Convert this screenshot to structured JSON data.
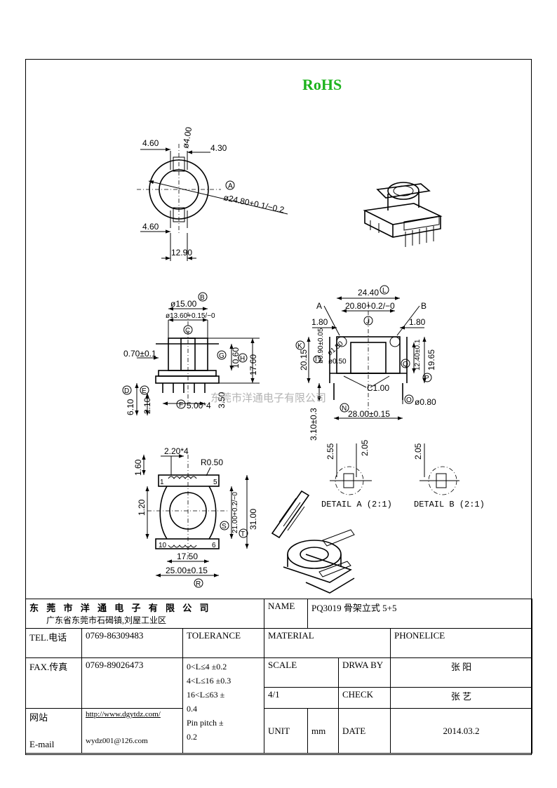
{
  "header": {
    "rohs": "RoHS"
  },
  "watermark": "东莞市洋通电子有限公司",
  "drawing": {
    "top_view": {
      "labels": [
        "4.60",
        "ø4.00",
        "4.30",
        "ø24.80+0.1/−0.2",
        "4.60",
        "12.90"
      ],
      "balloons": [
        "A"
      ]
    },
    "front_view": {
      "labels": [
        "ø15.00",
        "ø13.60+0.15/−0",
        "0.70±0.1",
        "10.60",
        "17.60",
        "6.10",
        "2.10",
        "5.00*4",
        "3.50"
      ],
      "balloons": [
        "B",
        "C",
        "G",
        "H",
        "D",
        "E",
        "F"
      ]
    },
    "side_view": {
      "labels": [
        "24.40",
        "A",
        "B",
        "20.80+0.2/−0",
        "1.80",
        "1.80",
        "20.15",
        "ø0.90±0.05",
        "ø1.50",
        "ø0.50",
        "12.40±0.1",
        "19.65",
        "C1.00",
        "ø0.80",
        "28.00±0.15",
        "3.10±0.3"
      ],
      "balloons": [
        "L",
        "J",
        "K",
        "I",
        "Q",
        "P",
        "N",
        "O"
      ]
    },
    "bottom_view": {
      "labels": [
        "2.20*4",
        "1.60",
        "R0.50",
        "5",
        "1",
        "1.20",
        "21.00+0.2/−0",
        "31.00",
        "10",
        "6",
        "17.50",
        "25.00±0.15"
      ],
      "balloons": [
        "S",
        "T",
        "R"
      ]
    },
    "details": {
      "a": {
        "labels": [
          "2.55",
          "2.05"
        ],
        "title": "DETAIL A (2:1)"
      },
      "b": {
        "labels": [
          "2.05"
        ],
        "title": "DETAIL B (2:1)"
      }
    }
  },
  "title_block": {
    "company": "东 莞 市 洋 通 电 子 有 限 公 司",
    "address": "广东省东莞市石碣镇,刘屋工业区",
    "name_label": "NAME",
    "name_value": "PQ3019 骨架立式 5+5",
    "tel_label": "TEL.电话",
    "tel_value": "0769-86309483",
    "tolerance_label": "TOLERANCE",
    "material_label": "MATERIAL",
    "phonelice_label": "PHONELICE",
    "fax_label": "FAX.传真",
    "fax_value": "0769-89026473",
    "tolerance_lines": [
      "0<L≤4  ±0.2",
      "4<L≤16 ±0.3",
      "16<L≤63 ±",
      "0.4",
      "Pin pitch ±",
      "0.2"
    ],
    "scale_label": "SCALE",
    "drawn_by_label": "DRWA BY",
    "drawn_by_value": "张  阳",
    "scale_value": "4/1",
    "check_label": "CHECK",
    "check_value": "张  艺",
    "web_label": "网站",
    "web_value": "http://www.dgytdz.com/",
    "email_label": "E-mail",
    "email_value": "wydz001@126.com",
    "unit_label": "UNIT",
    "unit_value": "mm",
    "date_label": "DATE",
    "date_value": "2014.03.2"
  }
}
